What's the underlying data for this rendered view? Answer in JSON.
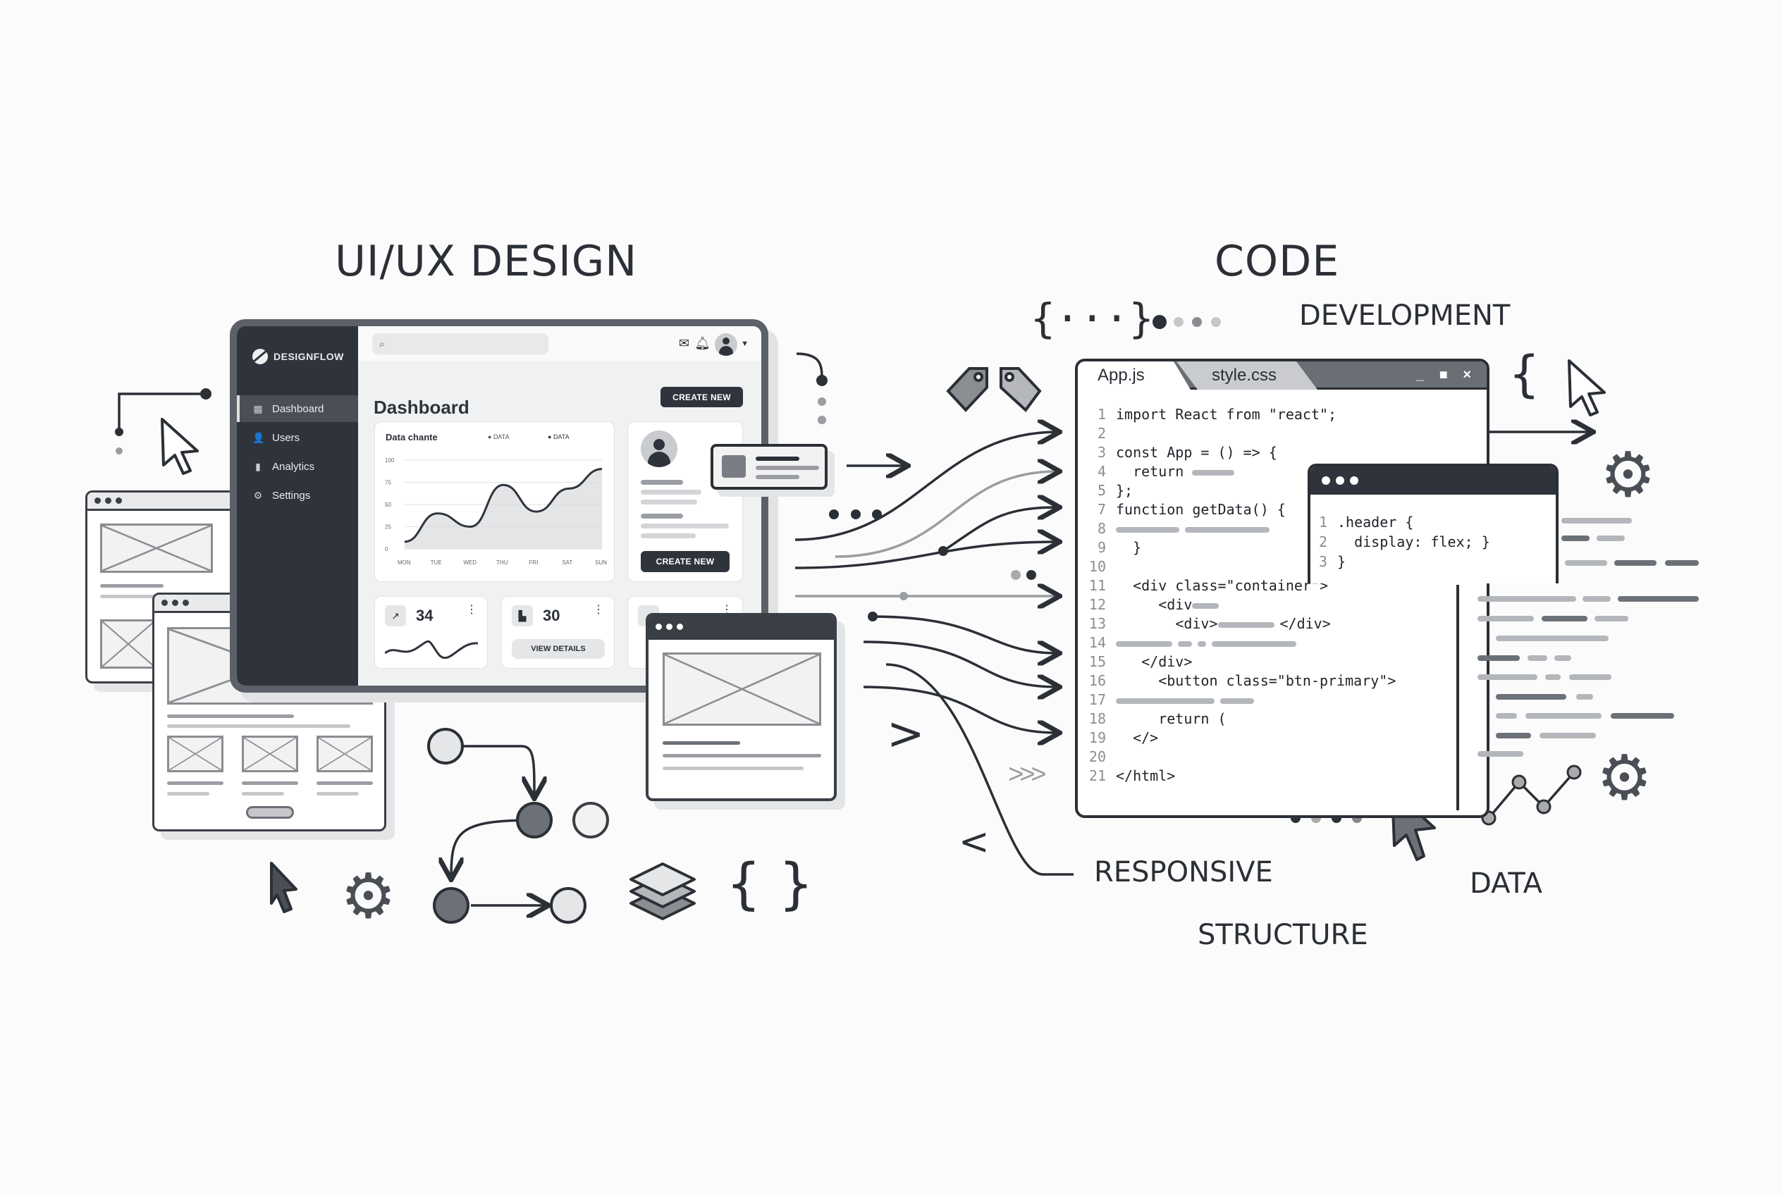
{
  "headings": {
    "uiux": "UI/UX DESIGN",
    "code": "CODE",
    "development": "DEVELOPMENT",
    "responsive": "RESPONSIVE",
    "structure": "STRUCTURE",
    "data": "DATA",
    "braces": "{···}"
  },
  "dashboard": {
    "brand": "DESIGNFLOW",
    "nav": [
      {
        "label": "Dashboard",
        "icon": "grid-icon",
        "active": true
      },
      {
        "label": "Users",
        "icon": "users-icon"
      },
      {
        "label": "Analytics",
        "icon": "bar-chart-icon"
      },
      {
        "label": "Settings",
        "icon": "gear-icon"
      }
    ],
    "title": "Dashboard",
    "create_new": "CREATE NEW",
    "chart_title": "Data chante",
    "legend": [
      "DATA",
      "DATA"
    ],
    "y_ticks": [
      "100",
      "75",
      "50",
      "25",
      "0"
    ],
    "x_ticks": [
      "MON",
      "TUE",
      "WED",
      "THU",
      "FRI",
      "SAT",
      "SUN"
    ],
    "series": [
      8,
      40,
      25,
      72,
      42,
      68,
      90
    ],
    "profile_button": "CREATE NEW",
    "stat1": "34",
    "stat2": "30",
    "view_details": "VIEW DETAILS"
  },
  "editor": {
    "tabs": [
      "App.js",
      "style.css"
    ],
    "controls": "_ ■ ×",
    "lines": [
      {
        "n": "1",
        "t": "import React from \"react\";"
      },
      {
        "n": "2",
        "t": ""
      },
      {
        "n": "3",
        "t": "const App = () => {"
      },
      {
        "n": "4",
        "t": "  return "
      },
      {
        "n": "5",
        "t": "};"
      },
      {
        "n": "7",
        "t": "function getData() {"
      },
      {
        "n": "8",
        "t": ""
      },
      {
        "n": "9",
        "t": "  }"
      },
      {
        "n": "10",
        "t": ""
      },
      {
        "n": "11",
        "t": "  <div class=\"container\">"
      },
      {
        "n": "12",
        "t": "     <div"
      },
      {
        "n": "13",
        "t": "       <div>"
      },
      {
        "n": "14",
        "t": ""
      },
      {
        "n": "15",
        "t": "   </div>"
      },
      {
        "n": "16",
        "t": "     <button class=\"btn-primary\">"
      },
      {
        "n": "17",
        "t": ""
      },
      {
        "n": "18",
        "t": "     return ("
      },
      {
        "n": "19",
        "t": "  </>"
      },
      {
        "n": "20",
        "t": ""
      },
      {
        "n": "21",
        "t": "</html>"
      }
    ],
    "close_div": "</div>",
    "css_lines": [
      {
        "n": "1",
        "t": ".header {"
      },
      {
        "n": "2",
        "t": "  display: flex; }"
      },
      {
        "n": "3",
        "t": "}"
      }
    ]
  },
  "glyphs": {
    "chev_right": ">",
    "chev_left": "<",
    "triple": ">>>",
    "brace_open": "{",
    "braces_pair": "{ }"
  }
}
